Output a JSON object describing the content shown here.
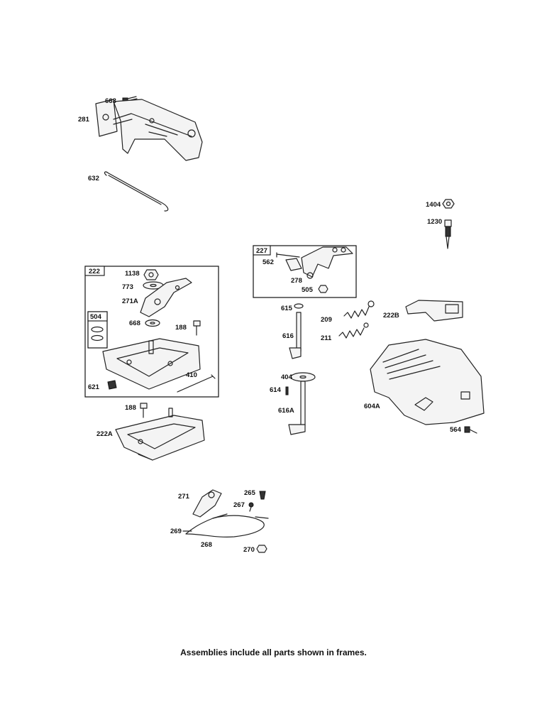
{
  "labels": {
    "p663": "663",
    "p281": "281",
    "p632": "632",
    "p1404": "1404",
    "p1230": "1230",
    "p227": "227",
    "p562": "562",
    "p278": "278",
    "p505": "505",
    "p222": "222",
    "p1138": "1138",
    "p773": "773",
    "p271A": "271A",
    "p504": "504",
    "p668": "668",
    "p188a": "188",
    "p410": "410",
    "p621": "621",
    "p615": "615",
    "p209": "209",
    "p222B": "222B",
    "p616": "616",
    "p211": "211",
    "p404": "404",
    "p614": "614",
    "p616A": "616A",
    "p604A": "604A",
    "p564": "564",
    "p188b": "188",
    "p222A": "222A",
    "p271": "271",
    "p265": "265",
    "p267": "267",
    "p269": "269",
    "p268": "268",
    "p270": "270"
  },
  "footer": "Assemblies include all parts shown in frames."
}
